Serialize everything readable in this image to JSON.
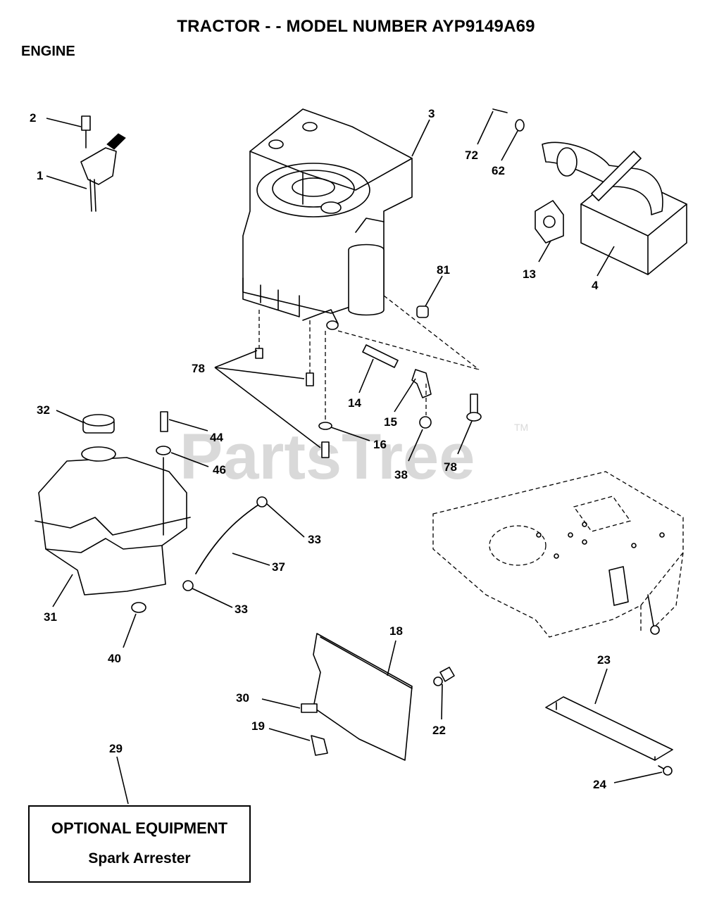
{
  "header": {
    "title": "TRACTOR - - MODEL NUMBER AYP9149A69",
    "section": "ENGINE"
  },
  "watermark": {
    "text": "PartsTree",
    "trademark": "TM"
  },
  "optional_equipment": {
    "title": "OPTIONAL EQUIPMENT",
    "item": "Spark Arrester"
  },
  "callouts": [
    "2",
    "3",
    "72",
    "62",
    "1",
    "81",
    "13",
    "4",
    "78",
    "14",
    "32",
    "44",
    "15",
    "16",
    "46",
    "38",
    "78",
    "33",
    "37",
    "31",
    "33",
    "18",
    "40",
    "23",
    "30",
    "22",
    "19",
    "29",
    "24"
  ]
}
